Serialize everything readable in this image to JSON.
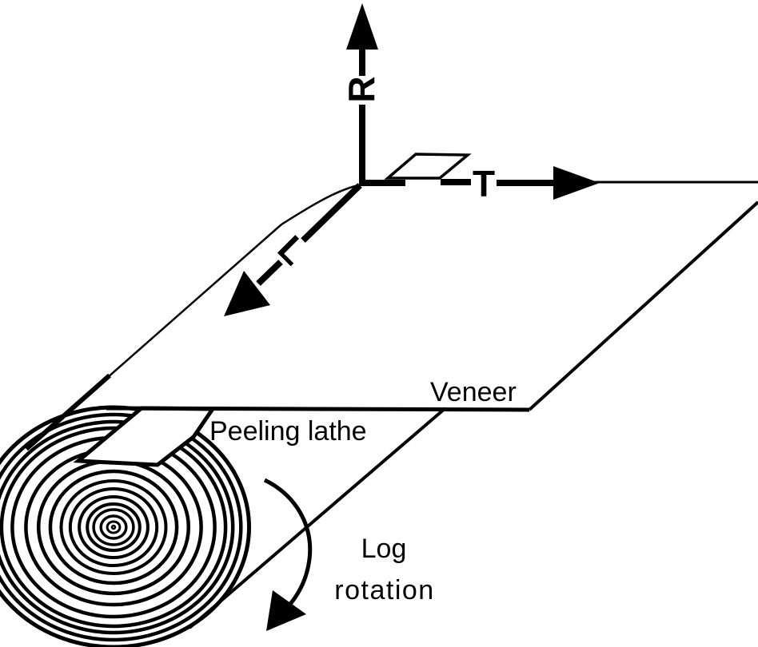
{
  "diagram": {
    "background_color": "#ffffff",
    "line_color": "#000000",
    "axis_labels": {
      "radial": "R",
      "tangential": "T",
      "longitudinal": "L"
    },
    "annotations": {
      "veneer": "Veneer",
      "peeling_lathe": "Peeling lathe",
      "log_rotation": {
        "line1": "Log",
        "line2": "rotation"
      }
    }
  }
}
